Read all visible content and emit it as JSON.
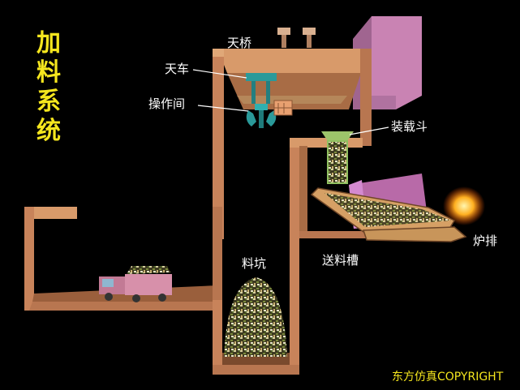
{
  "title": "加料系统",
  "labels": {
    "tianqiao": "天桥",
    "tianche": "天车",
    "caozuojian": "操作间",
    "zhuangzaidou": "装载斗",
    "lupai": "炉排",
    "liaokeng": "料坑",
    "songliaocao": "送料槽"
  },
  "copyright": "东方仿真COPYRIGHT",
  "colors": {
    "background": "#000000",
    "title": "#f5e61e",
    "structure": "#c8835a",
    "structure_dark": "#8a5533",
    "pink_building": "#c983b3",
    "crane": "#2a9a9a",
    "label_text": "#ffffff"
  }
}
